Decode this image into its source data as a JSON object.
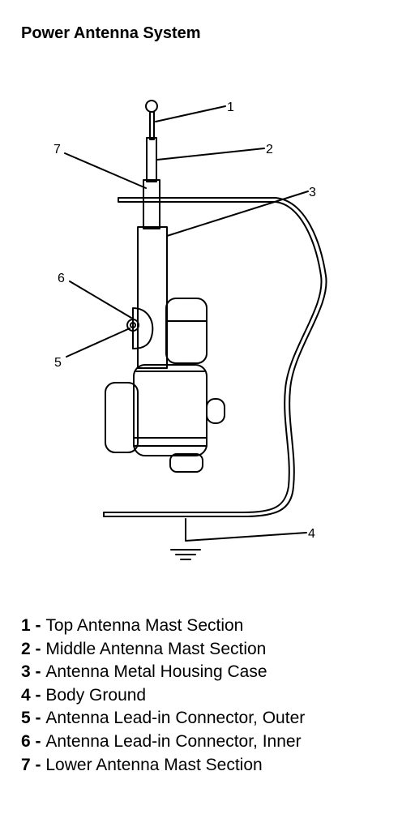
{
  "title": "Power Antenna System",
  "callouts": [
    "1",
    "2",
    "3",
    "4",
    "5",
    "6",
    "7"
  ],
  "legend": [
    {
      "num": "1",
      "sep": " - ",
      "text": "Top Antenna Mast Section"
    },
    {
      "num": "2",
      "sep": " - ",
      "text": "Middle Antenna Mast Section"
    },
    {
      "num": "3",
      "sep": " - ",
      "text": "Antenna Metal Housing Case"
    },
    {
      "num": "4",
      "sep": " - ",
      "text": "Body Ground"
    },
    {
      "num": "5",
      "sep": " - ",
      "text": "Antenna Lead-in Connector, Outer"
    },
    {
      "num": "6",
      "sep": " - ",
      "text": "Antenna Lead-in Connector, Inner"
    },
    {
      "num": "7",
      "sep": " - ",
      "text": "Lower Antenna Mast Section"
    }
  ]
}
